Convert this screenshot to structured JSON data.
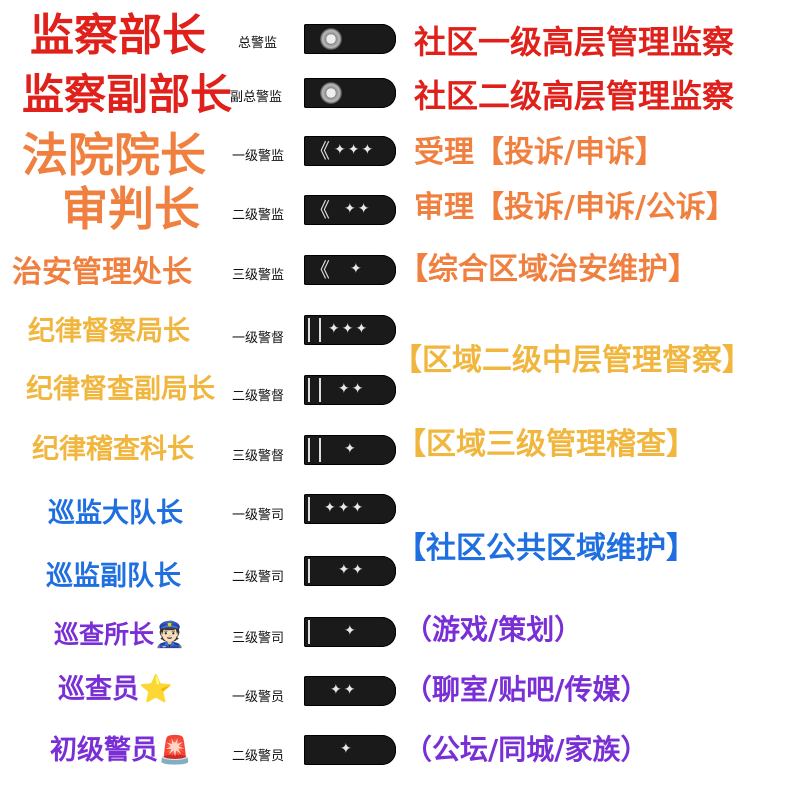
{
  "rows": [
    {
      "title": "监察部长",
      "rank": "总警监",
      "insignia": "emblem"
    },
    {
      "title": "监察副部长",
      "rank": "副总警监",
      "insignia": "emblem"
    },
    {
      "title": "法院院长",
      "rank": "一级警监",
      "insignia": "chevron-3"
    },
    {
      "title": "审判长",
      "rank": "二级警监",
      "insignia": "chevron-2"
    },
    {
      "title": "治安管理处长",
      "rank": "三级警监",
      "insignia": "chevron-1"
    },
    {
      "title": "纪律督察局长",
      "rank": "一级警督",
      "insignia": "bars-3"
    },
    {
      "title": "纪律督查副局长",
      "rank": "二级警督",
      "insignia": "bars-2"
    },
    {
      "title": "纪律稽查科长",
      "rank": "三级警督",
      "insignia": "bars-1"
    },
    {
      "title": "巡监大队长",
      "rank": "一级警司",
      "insignia": "stars-3"
    },
    {
      "title": "巡监副队长",
      "rank": "二级警司",
      "insignia": "stars-2"
    },
    {
      "title": "巡查所长👮🏻",
      "rank": "三级警司",
      "insignia": "stars-1"
    },
    {
      "title": "巡查员⭐",
      "rank": "一级警员",
      "insignia": "plain-2"
    },
    {
      "title": "初级警员🚨",
      "rank": "二级警员",
      "insignia": "plain-1"
    }
  ],
  "descriptions": [
    {
      "text": "社区一级高层管理监察"
    },
    {
      "text": "社区二级高层管理监察"
    },
    {
      "text": "受理【投诉/申诉】"
    },
    {
      "text": "审理【投诉/申诉/公诉】"
    },
    {
      "text": "【综合区域治安维护】"
    },
    {
      "text": "【区域二级中层管理督察】"
    },
    {
      "text": "【区域三级管理稽查】"
    },
    {
      "text": "【社区公共区域维护】"
    },
    {
      "text": "（游戏/策划）"
    },
    {
      "text": "（聊室/贴吧/传媒）"
    },
    {
      "text": "（公坛/同城/家族）"
    }
  ],
  "colors": {
    "red": "#e0201b",
    "orange": "#f08040",
    "gold": "#f1b63d",
    "blue": "#1f6fe0",
    "purple": "#7a2fd6"
  }
}
